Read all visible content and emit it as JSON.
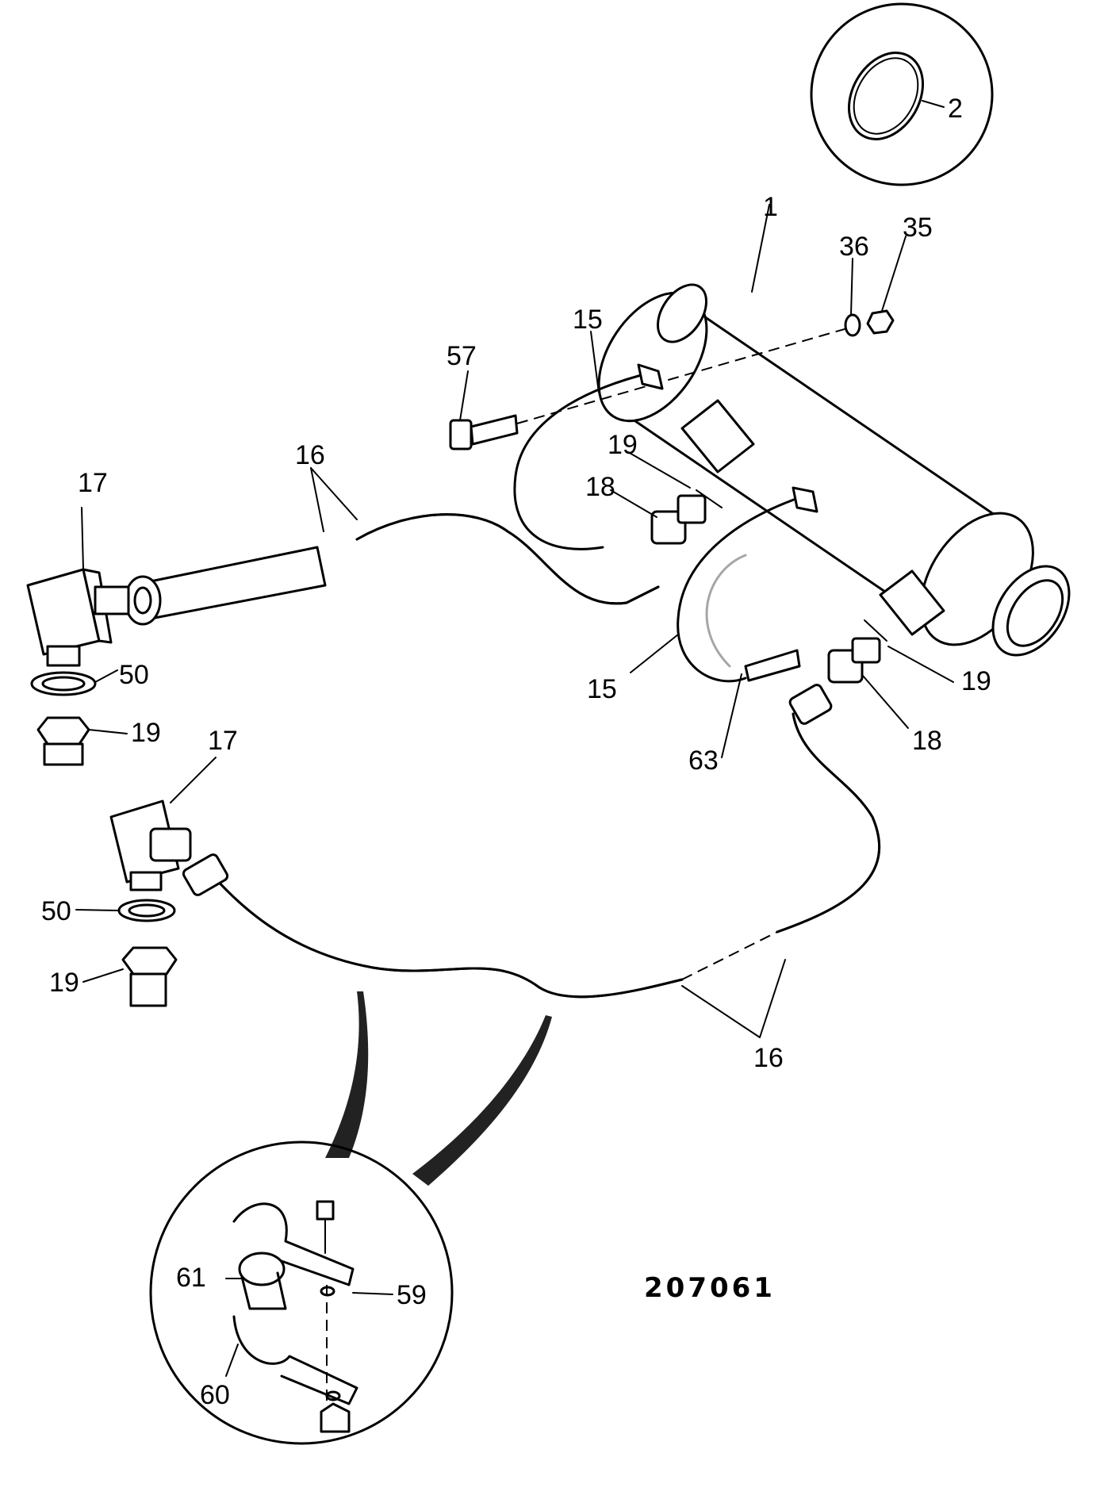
{
  "drawing_number": "207061",
  "callouts": {
    "n1": "1",
    "n2": "2",
    "n15a": "15",
    "n15b": "15",
    "n16a": "16",
    "n16b": "16",
    "n17a": "17",
    "n17b": "17",
    "n18a": "18",
    "n18b": "18",
    "n19a": "19",
    "n19b": "19",
    "n19c": "19",
    "n19d": "19",
    "n35": "35",
    "n36": "36",
    "n50a": "50",
    "n50b": "50",
    "n57": "57",
    "n59": "59",
    "n60": "60",
    "n61": "61",
    "n63": "63"
  }
}
